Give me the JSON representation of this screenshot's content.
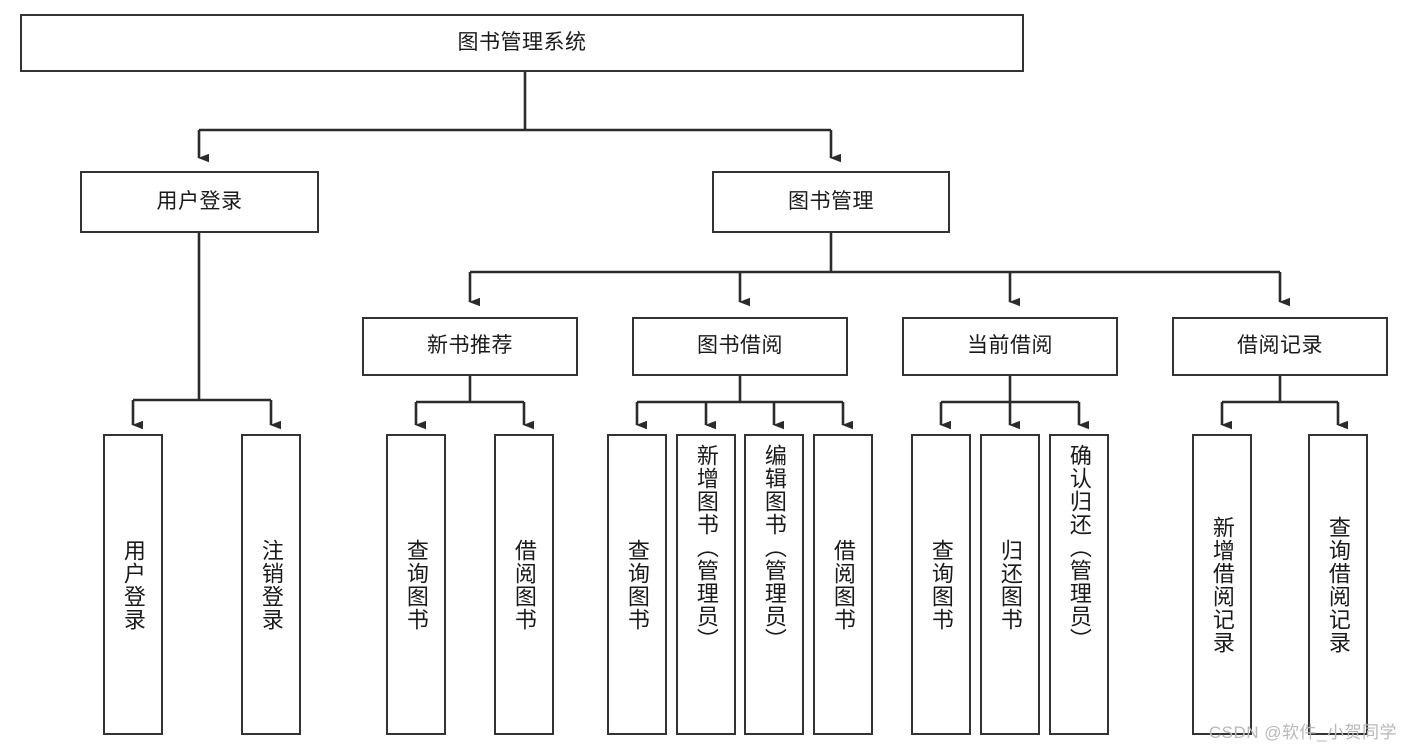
{
  "diagram": {
    "type": "tree-hierarchy",
    "title": "图书管理系统",
    "watermark": "CSDN @软件_小贺同学",
    "colors": {
      "box_border": "#333333",
      "box_fill": "#ffffff",
      "connector": "#2b2b2b",
      "text": "#1a1a1a",
      "watermark": "#b8b8b8",
      "background": "#ffffff"
    },
    "root": {
      "id": "root",
      "label": "图书管理系统",
      "level": 1
    },
    "level2": [
      {
        "id": "user-login",
        "label": "用户登录",
        "level": 2
      },
      {
        "id": "book-manage",
        "label": "图书管理",
        "level": 2
      }
    ],
    "level3": [
      {
        "id": "new-book-rec",
        "label": "新书推荐",
        "level": 3,
        "parent": "book-manage"
      },
      {
        "id": "book-borrow",
        "label": "图书借阅",
        "level": 3,
        "parent": "book-manage"
      },
      {
        "id": "current-borrow",
        "label": "当前借阅",
        "level": 3,
        "parent": "book-manage"
      },
      {
        "id": "borrow-record",
        "label": "借阅记录",
        "level": 3,
        "parent": "book-manage"
      }
    ],
    "leaves": [
      {
        "id": "leaf-user-login",
        "label": "用户登录",
        "parent": "user-login"
      },
      {
        "id": "leaf-user-logout",
        "label": "注销登录",
        "parent": "user-login"
      },
      {
        "id": "leaf-rec-query-book",
        "label": "查询图书",
        "parent": "new-book-rec"
      },
      {
        "id": "leaf-rec-borrow-book",
        "label": "借阅图书",
        "parent": "new-book-rec"
      },
      {
        "id": "leaf-borrow-query-book",
        "label": "查询图书",
        "parent": "book-borrow"
      },
      {
        "id": "leaf-borrow-add-book",
        "label": "新增图书（管理员）",
        "parent": "book-borrow"
      },
      {
        "id": "leaf-borrow-edit-book",
        "label": "编辑图书（管理员）",
        "parent": "book-borrow"
      },
      {
        "id": "leaf-borrow-borrow-book",
        "label": "借阅图书",
        "parent": "book-borrow"
      },
      {
        "id": "leaf-cur-query-book",
        "label": "查询图书",
        "parent": "current-borrow"
      },
      {
        "id": "leaf-cur-return-book",
        "label": "归还图书",
        "parent": "current-borrow"
      },
      {
        "id": "leaf-cur-confirm-return",
        "label": "确认归还（管理员）",
        "parent": "current-borrow"
      },
      {
        "id": "leaf-rec-add-record",
        "label": "新增借阅记录",
        "parent": "borrow-record"
      },
      {
        "id": "leaf-rec-query-record",
        "label": "查询借阅记录",
        "parent": "borrow-record"
      }
    ]
  }
}
